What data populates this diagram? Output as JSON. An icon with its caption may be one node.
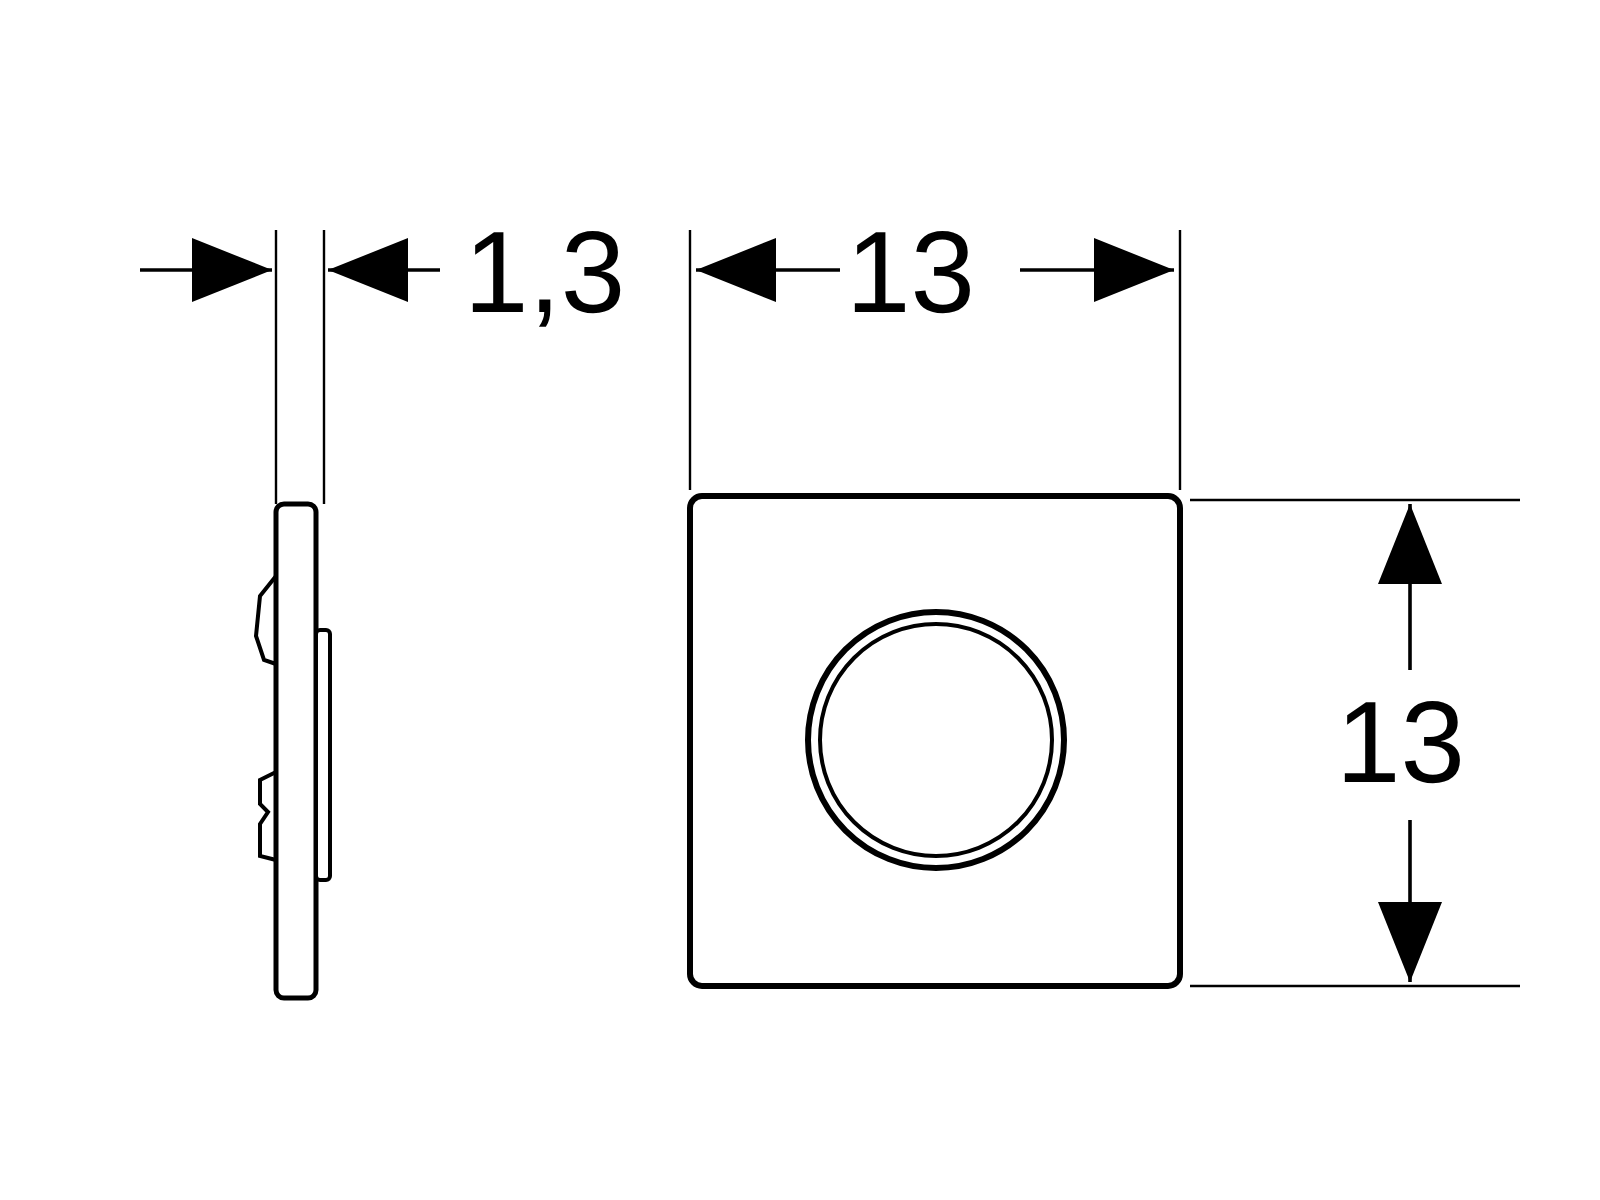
{
  "diagram": {
    "labels": [
      "1,3",
      "13",
      "13"
    ]
  }
}
